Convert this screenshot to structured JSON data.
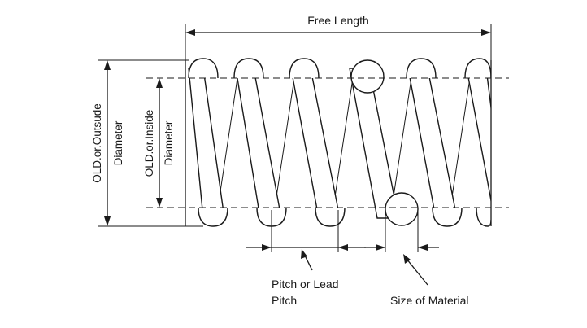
{
  "labels": {
    "free_length": "Free Length",
    "outside_diameter_line1": "OLD.or.Outsude",
    "outside_diameter_line2": "Diameter",
    "inside_diameter_line1": "OLD.or.Inside",
    "inside_diameter_line2": "Diameter",
    "pitch_line1": "Pitch or Lead",
    "pitch_line2": "Pitch",
    "size_of_material": "Size of Material"
  }
}
